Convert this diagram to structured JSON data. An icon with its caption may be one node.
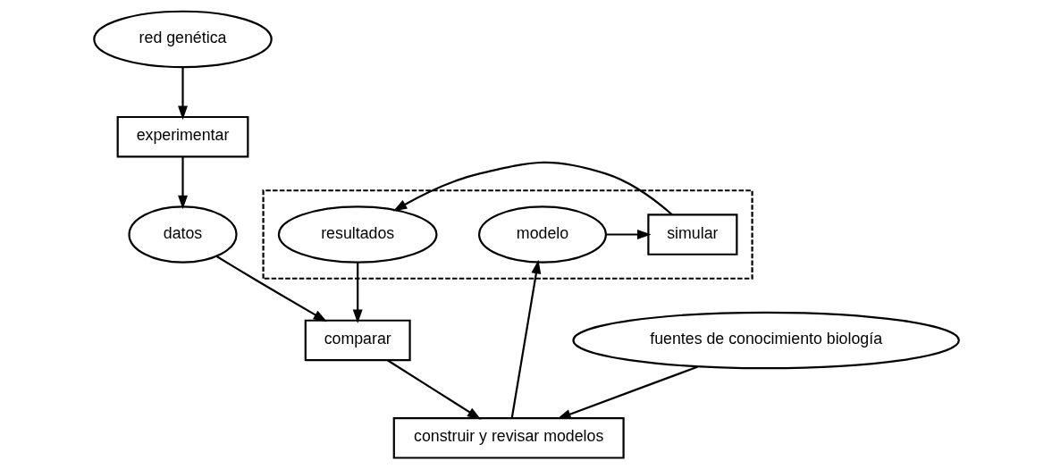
{
  "diagram": {
    "nodes": [
      {
        "text": [],
        "shape": "box"
      },
      {
        "text": [
          "modelo"
        ],
        "in": 0
      },
      {
        "text": [
          "simular"
        ],
        "in": 0
      },
      {
        "text": [
          "resultados"
        ],
        "in": 0
      },
      {
        "text": [
          "datos"
        ]
      },
      {
        "text": [
          "experimentar"
        ]
      },
      {
        "text": [
          "construir y revisar modelos"
        ]
      },
      {
        "text": [
          "comparar"
        ]
      },
      {
        "text": [
          "red genética"
        ]
      },
      {
        "text": [
          "fuentes de conocimiento biología"
        ]
      }
    ],
    "edges": [
      {
        "from": 1,
        "to": 2,
        "arrow": "to"
      },
      {
        "from": 2,
        "to": 3,
        "arrow": "to"
      },
      {
        "from": 5,
        "to": 4,
        "arrow": "to"
      },
      {
        "from": 3,
        "to": 7,
        "arrow": "to"
      },
      {
        "from": 4,
        "to": 7,
        "arrow": "to"
      },
      {
        "from": 7,
        "to": 6,
        "arrow": "to"
      },
      {
        "from": 6,
        "to": 1,
        "arrow": "to"
      },
      {
        "from": 8,
        "to": 5,
        "arrow": "to"
      },
      {
        "from": 9,
        "to": 6,
        "arrow": "to"
      }
    ]
  }
}
